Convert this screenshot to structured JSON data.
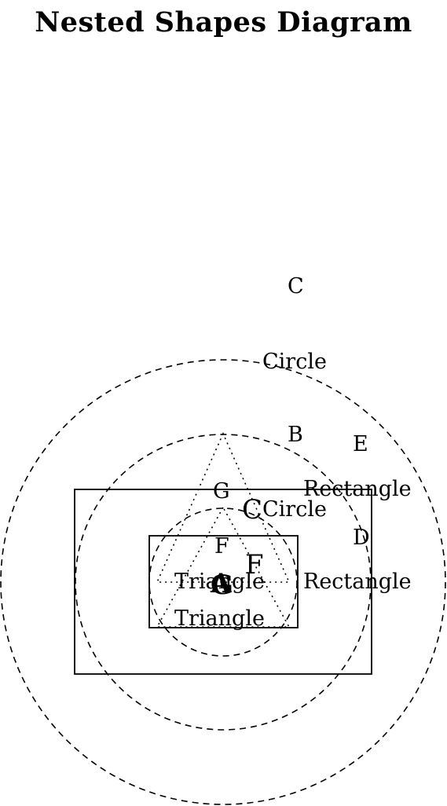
{
  "title": "Nested Shapes Diagram",
  "shapes": {
    "circle_outer": "Circle",
    "circle_inner": "Circle",
    "rect_outer": "Rectangle",
    "rect_inner": "Rectangle",
    "triangle_outer": "Triangle",
    "triangle_inner": "Triangle"
  },
  "points": {
    "c_top": "C",
    "b": "B",
    "e": "E",
    "d": "D",
    "g": "G",
    "c_mid": "C",
    "f_small": "F",
    "f_big": "F",
    "a_center": "A",
    "g_center": "G"
  }
}
